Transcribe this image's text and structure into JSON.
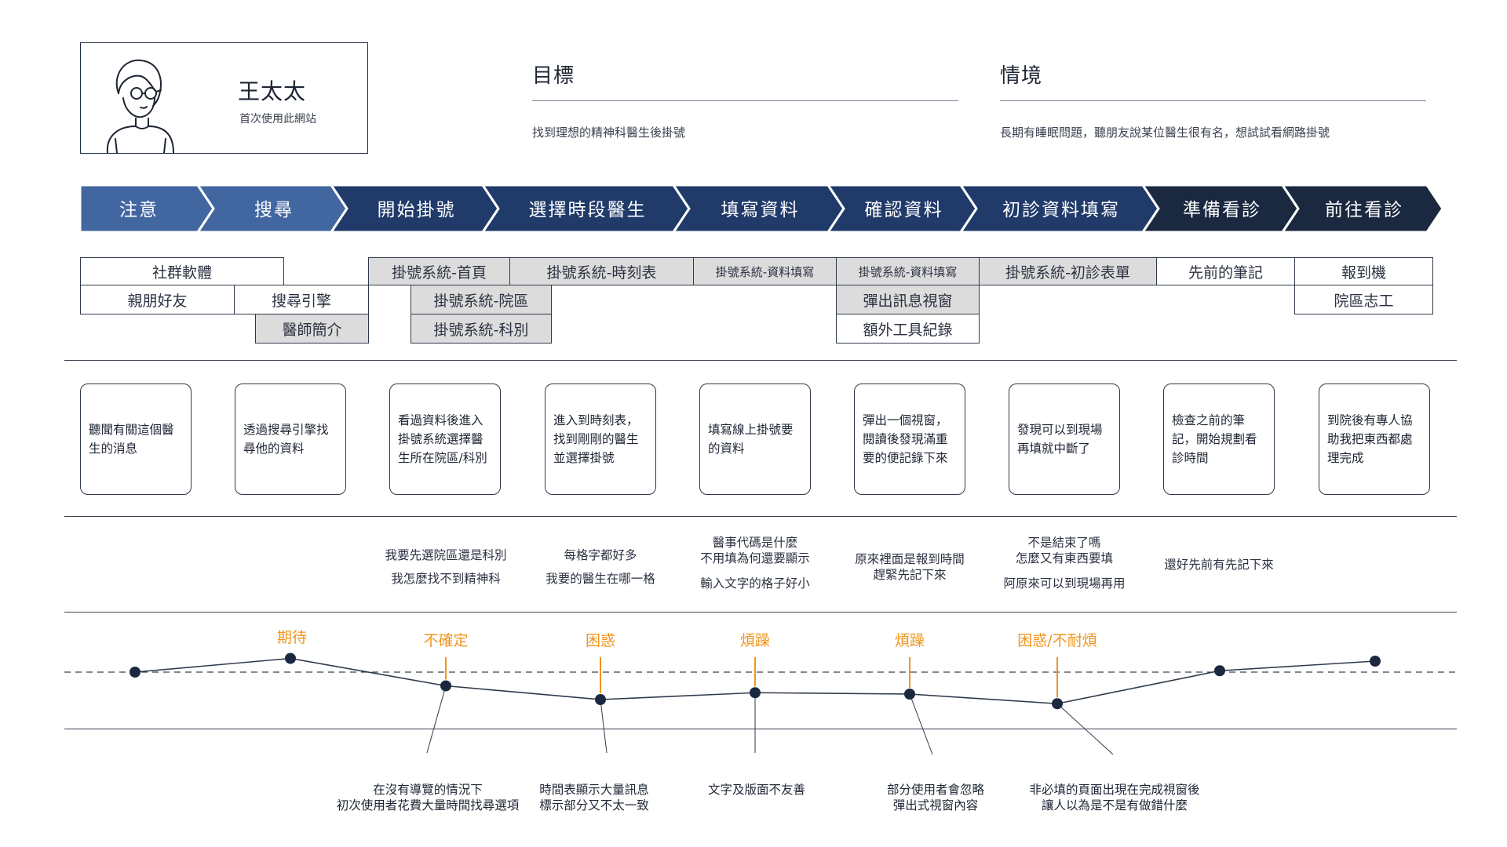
{
  "persona": {
    "name": "王太太",
    "subtitle": "首次使用此網站"
  },
  "goal": {
    "title": "目標",
    "text": "找到理想的精神科醫生後掛號"
  },
  "scenario": {
    "title": "情境",
    "text": "長期有睡眠問題，聽朋友說某位醫生很有名，想試試看網路掛號"
  },
  "stages": [
    {
      "label": "注意",
      "color": "#4267a0"
    },
    {
      "label": "搜尋",
      "color": "#4267a0"
    },
    {
      "label": "開始掛號",
      "color": "#203a6a"
    },
    {
      "label": "選擇時段醫生",
      "color": "#203a6a"
    },
    {
      "label": "填寫資料",
      "color": "#203a6a"
    },
    {
      "label": "確認資料",
      "color": "#203a6a"
    },
    {
      "label": "初診資料填寫",
      "color": "#203a6a"
    },
    {
      "label": "準備看診",
      "color": "#1a2940"
    },
    {
      "label": "前往看診",
      "color": "#1a2940"
    }
  ],
  "touchpoints": {
    "social_media": "社群軟體",
    "friends_family": "親朋好友",
    "search_engine": "搜尋引擎",
    "doctor_profile": "醫師簡介",
    "sys_home": "掛號系統-首頁",
    "sys_branch": "掛號系統-院區",
    "sys_department": "掛號系統-科別",
    "sys_schedule": "掛號系統-時刻表",
    "sys_form_a": "掛號系統-資料填寫",
    "sys_form_b": "掛號系統-資料填寫",
    "popup": "彈出訊息視窗",
    "extra_tool": "額外工具紀錄",
    "sys_first_visit": "掛號系統-初診表單",
    "prev_notes": "先前的筆記",
    "kiosk": "報到機",
    "volunteer": "院區志工"
  },
  "actions": [
    "聽聞有關這個醫生的消息",
    "透過搜尋引擎找尋他的資料",
    "看過資料後進入掛號系統選擇醫生所在院區/科別",
    "進入到時刻表，找到剛剛的醫生並選擇掛號",
    "填寫線上掛號要的資料",
    "彈出一個視窗，閱讀後發現滿重要的便記錄下來",
    "發現可以到現場再填就中斷了",
    "檢查之前的筆記，開始規劃看診時間",
    "到院後有專人協助我把東西都處理完成"
  ],
  "thoughts": {
    "t3a": "我要先選院區還是科別",
    "t3b": "我怎麼找不到精神科",
    "t4a": "每格字都好多",
    "t4b": "我要的醫生在哪一格",
    "t5a": "醫事代碼是什麼",
    "t5b": "不用填為何還要顯示",
    "t5c": "輸入文字的格子好小",
    "t6a": "原來裡面是報到時間",
    "t6b": "趕緊先記下來",
    "t7a": "不是結束了嗎",
    "t7b": "怎麼又有東西要填",
    "t7c": "阿原來可以到現場再用",
    "t8a": "還好先前有先記下來"
  },
  "emotions": [
    "期待",
    "不確定",
    "困惑",
    "煩躁",
    "煩躁",
    "困惑/不耐煩"
  ],
  "emotion_levels": [
    0,
    1,
    -1,
    -2,
    -1.5,
    -1.6,
    -2.3,
    0.1,
    0.8
  ],
  "pain_points": {
    "p1a": "在沒有導覽的情況下",
    "p1b": "初次使用者花費大量時間找尋選項",
    "p2a": "時間表顯示大量訊息",
    "p2b": "標示部分又不太一致",
    "p3": "文字及版面不友善",
    "p4a": "部分使用者會忽略",
    "p4b": "彈出式視窗內容",
    "p5a": "非必填的頁面出現在完成視窗後",
    "p5b": "讓人以為是不是有做錯什麼"
  },
  "colors": {
    "accent": "#f0951e",
    "line": "#2f3a4a",
    "gray_box": "#dcdcdc"
  }
}
